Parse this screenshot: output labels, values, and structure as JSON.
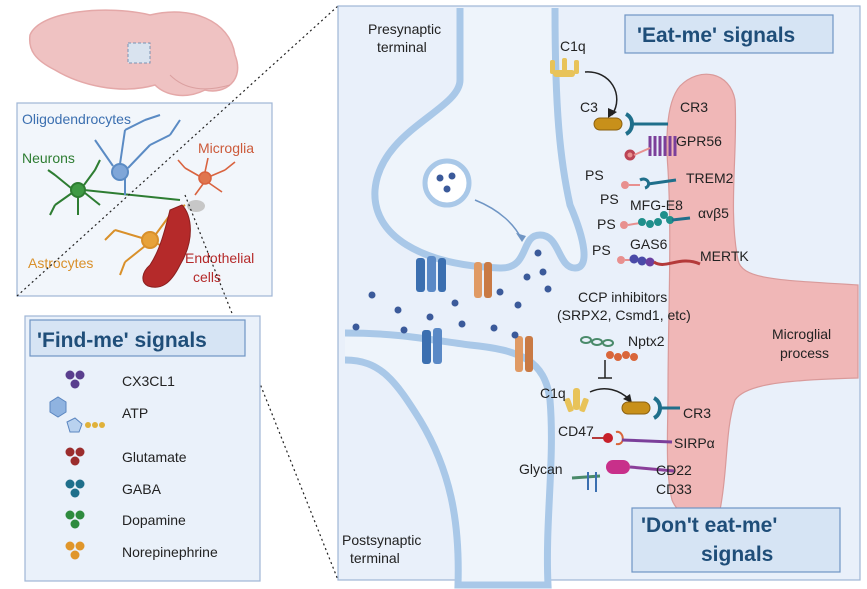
{
  "overview": {
    "cells": {
      "oligodendrocytes": "Oligodendrocytes",
      "neurons": "Neurons",
      "microglia": "Microglia",
      "astrocytes": "Astrocytes",
      "endothelial_1": "Endothelial",
      "endothelial_2": "cells"
    }
  },
  "find_me": {
    "title": "'Find-me' signals",
    "items": [
      {
        "label": "CX3CL1",
        "color": "#5a3f8e"
      },
      {
        "label": "ATP",
        "color": "#7fa6d8"
      },
      {
        "label": "Glutamate",
        "color": "#9b2d2d"
      },
      {
        "label": "GABA",
        "color": "#1f6f8b"
      },
      {
        "label": "Dopamine",
        "color": "#2e8b3e"
      },
      {
        "label": "Norepinephrine",
        "color": "#e0962a"
      }
    ]
  },
  "synapse": {
    "presynaptic_1": "Presynaptic",
    "presynaptic_2": "terminal",
    "postsynaptic_1": "Postsynaptic",
    "postsynaptic_2": "terminal",
    "microglial_1": "Microglial",
    "microglial_2": "process"
  },
  "eat_me": {
    "title": "'Eat-me' signals",
    "labels": {
      "c1q_top": "C1q",
      "c3_top": "C3",
      "cr3_top": "CR3",
      "gpr56": "GPR56",
      "ps1": "PS",
      "ps2": "PS",
      "ps3": "PS",
      "ps4": "PS",
      "trem2": "TREM2",
      "mfge8": "MFG-E8",
      "avb5": "αvβ5",
      "gas6": "GAS6",
      "mertk": "MERTK"
    }
  },
  "ccp": {
    "line1": "CCP inhibitors",
    "line2": "(SRPX2, Csmd1, etc)",
    "nptx2": "Nptx2",
    "c1q_bottom": "C1q",
    "cr3_bottom": "CR3"
  },
  "dont_eat_me": {
    "title_1": "'Don't eat-me'",
    "title_2": "signals",
    "labels": {
      "cd47": "CD47",
      "sirpa": "SIRPα",
      "glycan": "Glycan",
      "cd22": "CD22",
      "cd33": "CD33"
    }
  },
  "colors": {
    "panel_bg": "#e9f0fa",
    "panel_border": "#9fb6d6",
    "title_text": "#1f4e79",
    "microglia": "#f0b7b7",
    "membrane": "#a9c8e8"
  }
}
